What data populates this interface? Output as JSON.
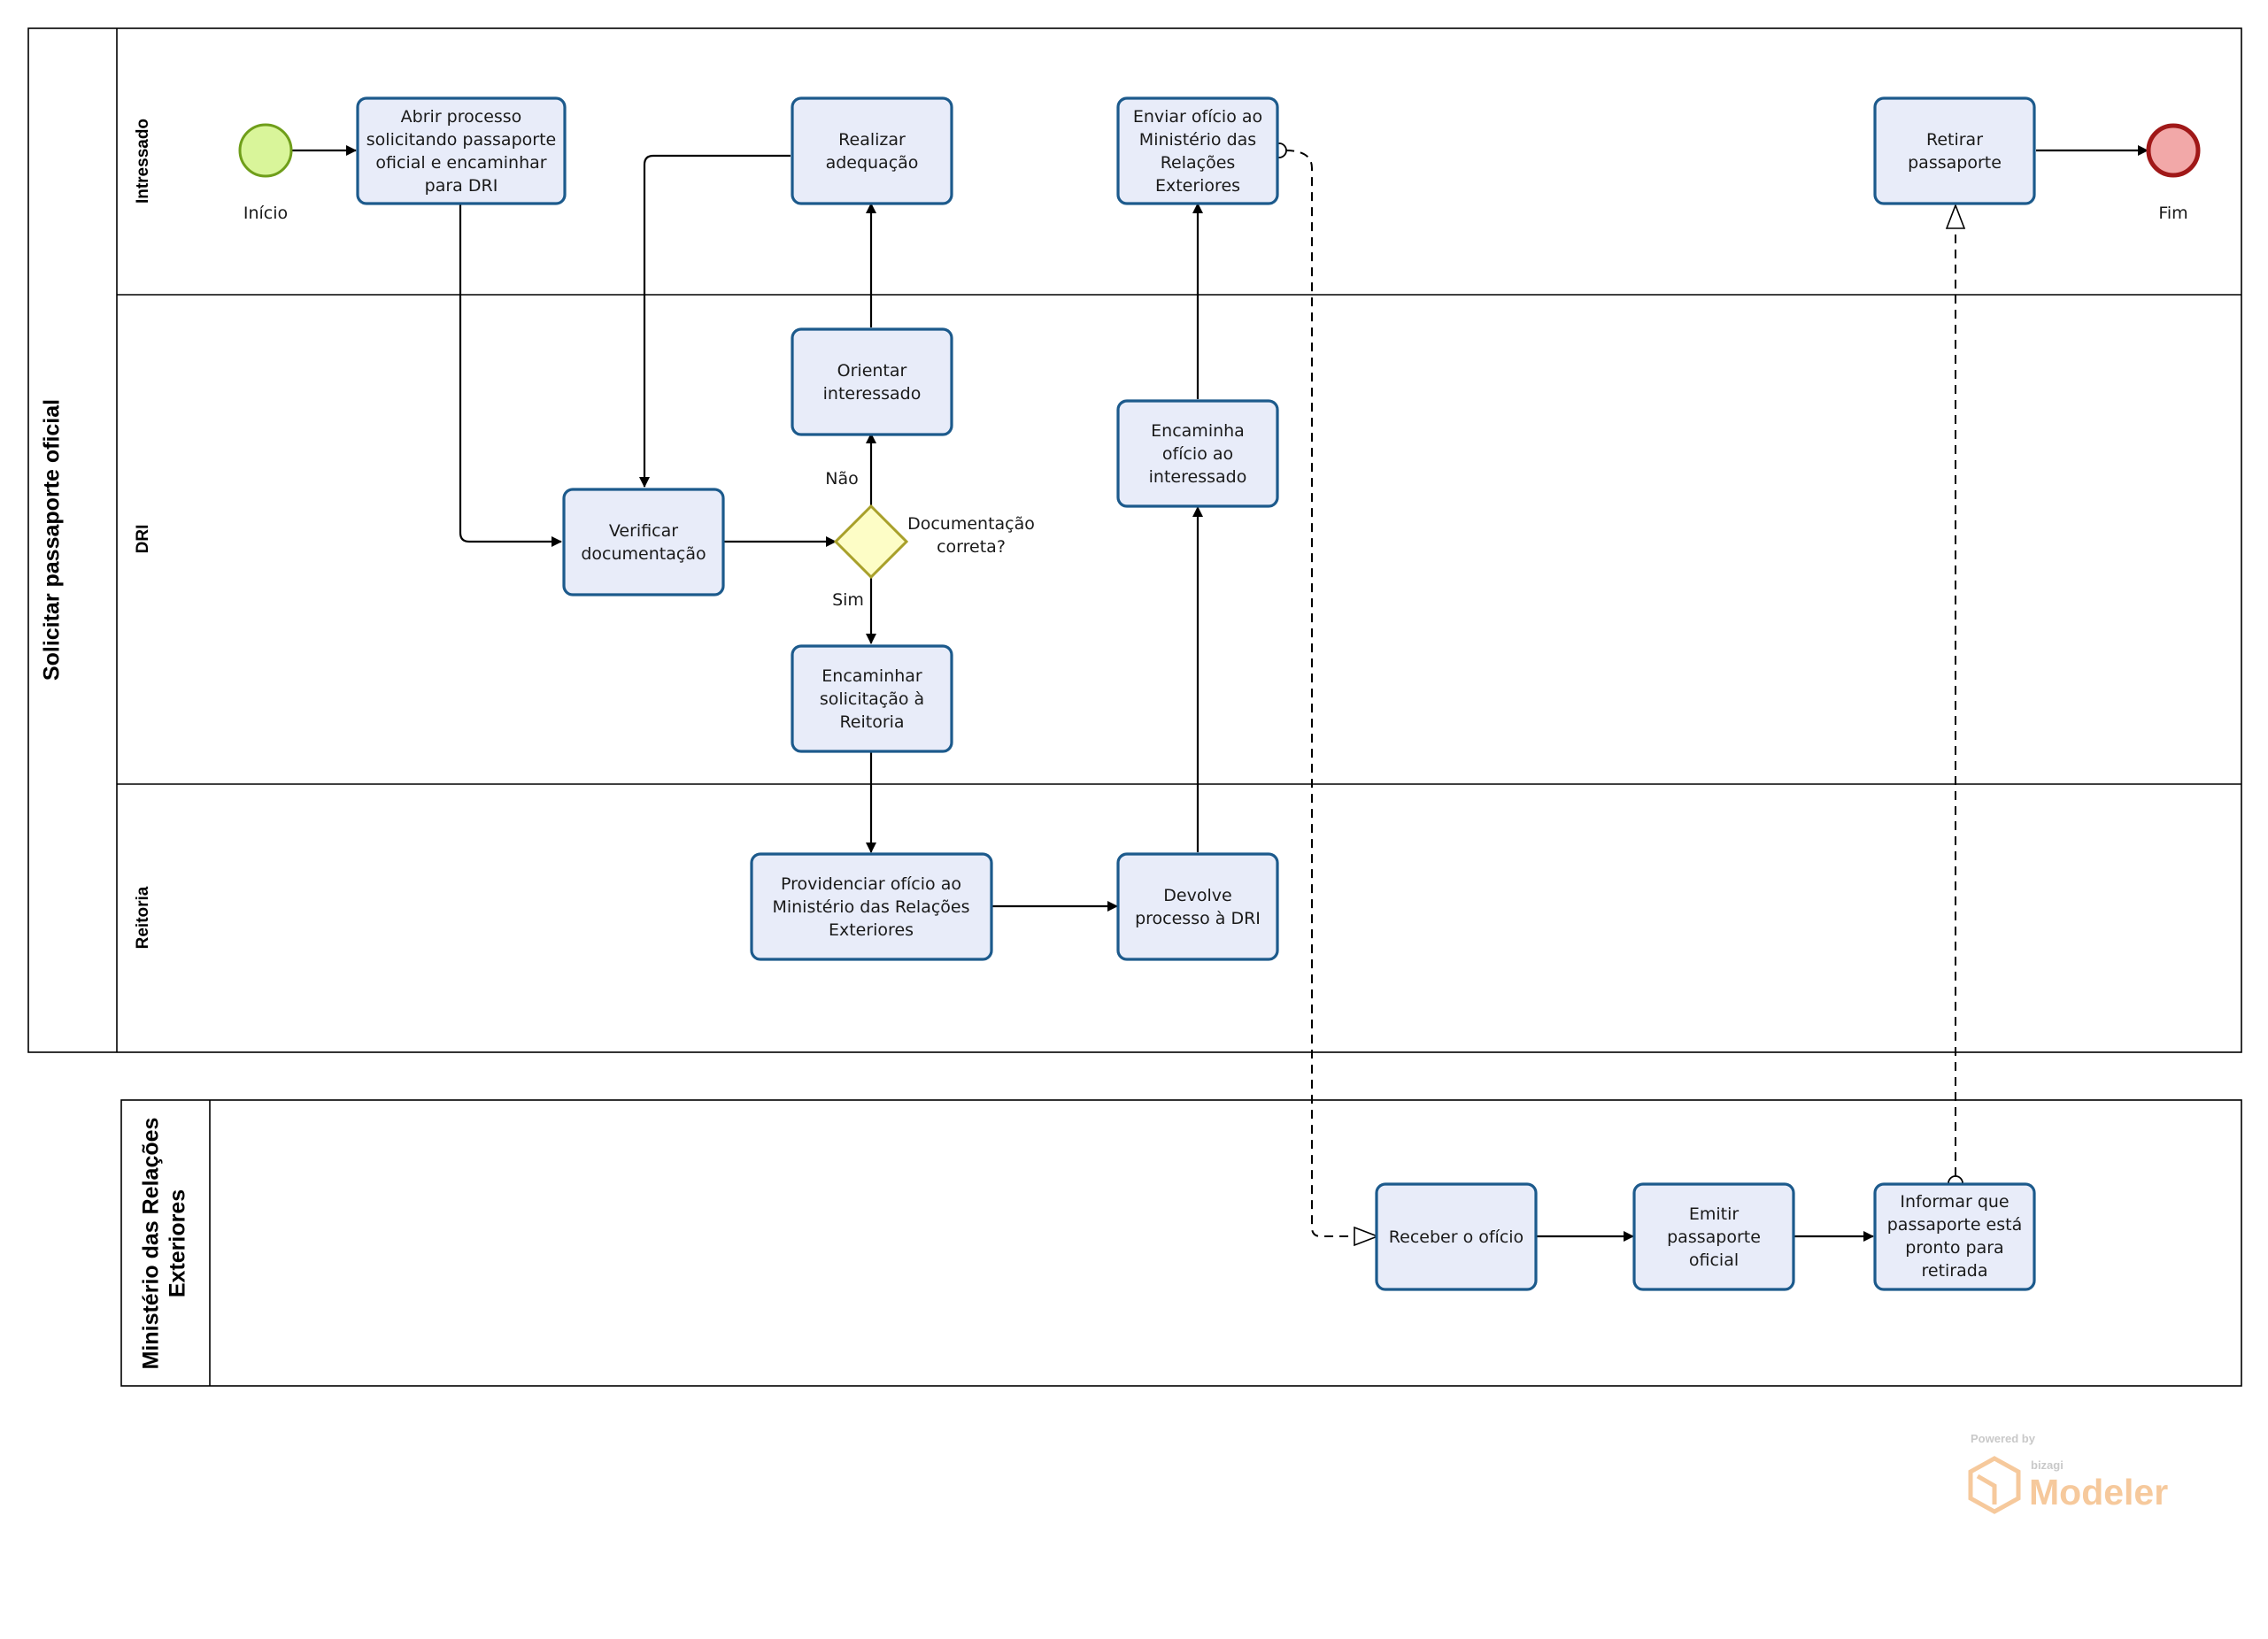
{
  "pools": {
    "main": "Solicitar passaporte oficial",
    "ministry": [
      "Ministério das Relações",
      "Exteriores"
    ]
  },
  "lanes": {
    "interessado": "Intressado",
    "dri": "DRI",
    "reitoria": "Reitoria"
  },
  "events": {
    "start": "Início",
    "end": "Fim"
  },
  "tasks": {
    "abrir": [
      "Abrir processo",
      "solicitando passaporte",
      "oficial e encaminhar",
      "para DRI"
    ],
    "realizar": [
      "Realizar",
      "adequação"
    ],
    "enviar": [
      "Enviar ofício ao",
      "Ministério das",
      "Relações",
      "Exteriores"
    ],
    "retirar": [
      "Retirar",
      "passaporte"
    ],
    "orientar": [
      "Orientar",
      "interessado"
    ],
    "verificar": [
      "Verificar",
      "documentação"
    ],
    "encaminhar_sol": [
      "Encaminhar",
      "solicitação à",
      "Reitoria"
    ],
    "encaminha_of": [
      "Encaminha",
      "ofício ao",
      "interessado"
    ],
    "providenciar": [
      "Providenciar ofício ao",
      "Ministério das Relações",
      "Exteriores"
    ],
    "devolve": [
      "Devolve",
      "processo à DRI"
    ],
    "receber": [
      "Receber o ofício"
    ],
    "emitir": [
      "Emitir",
      "passaporte",
      "oficial"
    ],
    "informar": [
      "Informar que",
      "passaporte está",
      "pronto para",
      "retirada"
    ]
  },
  "gateway": {
    "question": [
      "Documentação",
      "correta?"
    ],
    "no": "Não",
    "yes": "Sim"
  },
  "watermark": {
    "powered": "Powered by",
    "vendor": "bizagi",
    "product": "Modeler"
  },
  "colors": {
    "task_fill": "#e8ecf9",
    "task_stroke": "#1c5a8c",
    "start_fill": "#d9f59a",
    "start_stroke": "#6f9e1a",
    "end_fill": "#f2a8a8",
    "end_stroke": "#a01818",
    "gateway_fill": "#fdfdc6",
    "gateway_stroke": "#a8a02a",
    "watermark_orange": "#f6c99c"
  }
}
